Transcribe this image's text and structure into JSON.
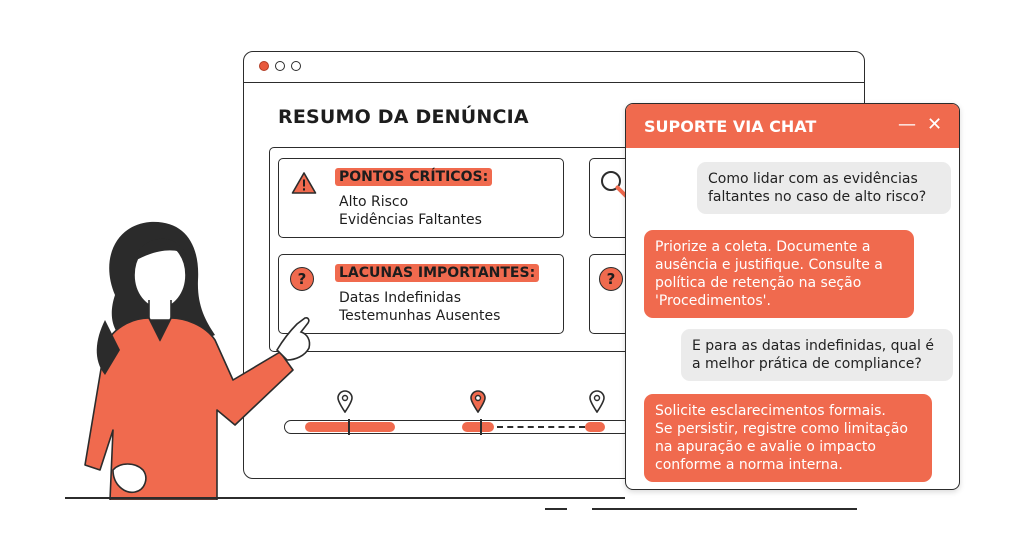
{
  "window": {
    "title": "RESUMO DA DENÚNCIA",
    "cards": [
      {
        "heading": "PONTOS CRÍTICOS:",
        "icon": "warning-icon",
        "lines": [
          "Alto Risco",
          "Evidências Faltantes"
        ]
      },
      {
        "heading": "LACUNAS IMPORTANTES:",
        "icon": "question-icon",
        "lines": [
          "Datas Indefinidas",
          "Testemunhas Ausentes"
        ]
      }
    ]
  },
  "chat": {
    "title": "SUPORTE VIA CHAT",
    "minimize": "—",
    "close": "✕",
    "messages": [
      {
        "from": "user",
        "text": "Como lidar com as evidências\nfaltantes no caso de alto risco?"
      },
      {
        "from": "bot",
        "text": "Priorize a coleta. Documente a\nausência e justifique. Consulte a\npolítica de retenção na seção\n'Procedimentos'."
      },
      {
        "from": "user",
        "text": "E para as datas indefinidas, qual é\na melhor prática de compliance?"
      },
      {
        "from": "bot",
        "text": "Solicite esclarecimentos formais.\nSe persistir, registre como limitação\nna apuração e avalie o impacto\nconforme a norma interna."
      }
    ]
  },
  "colors": {
    "accent": "#f06a4e",
    "ink": "#2c2c2c",
    "bubble_user": "#ebebeb"
  }
}
